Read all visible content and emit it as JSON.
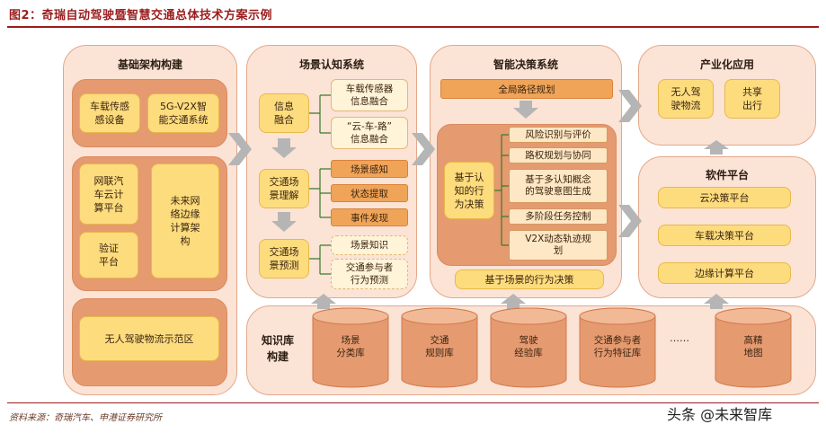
{
  "figure": {
    "title": "图2：奇瑞自动驾驶暨智慧交通总体技术方案示例",
    "source": "资料来源：奇瑞汽车、申港证券研究所",
    "watermark": "头条 @未来智库"
  },
  "infrastructure": {
    "title": "基础架构构建",
    "vehicle_sensor": "车载传感\n感设备",
    "v2x": "5G-V2X智\n能交通系统",
    "cloud_platform": "网联汽\n车云计\n算平台",
    "verify_platform": "验证\n平台",
    "edge_compute": "未来网\n络边缘\n计算架\n构",
    "demo_zone": "无人驾驶物流示范区"
  },
  "perception": {
    "title": "场景认知系统",
    "info_fusion": "信息\n融合",
    "scene_understanding": "交通场\n景理解",
    "scene_prediction": "交通场\n景预测",
    "sensor_fusion": "车载传感器\n信息融合",
    "cloud_road_fusion": "“云-车-路”\n信息融合",
    "scene_sensing": "场景感知",
    "state_extraction": "状态提取",
    "event_discovery": "事件发现",
    "scene_knowledge": "场景知识",
    "participant_prediction": "交通参与者\n行为预测"
  },
  "decision": {
    "title": "智能决策系统",
    "global_planning": "全局路径规划",
    "cognition_decision": "基于认\n知的行\n为决策",
    "risk_eval": "风险识别与评价",
    "right_of_way": "路权规划与协同",
    "intent_generation": "基于多认知概念\n的驾驶意图生成",
    "multi_stage_control": "多阶段任务控制",
    "v2x_trajectory": "V2X动态轨迹规\n划",
    "scene_decision": "基于场景的行为决策"
  },
  "industrial": {
    "title": "产业化应用",
    "unmanned_logistics": "无人驾\n驶物流",
    "shared_mobility": "共享\n出行"
  },
  "software": {
    "title": "软件平台",
    "cloud_decision": "云决策平台",
    "onboard_decision": "车载决策平台",
    "edge_compute": "边缘计算平台"
  },
  "knowledge_base": {
    "title": "知识库\n构建",
    "databases": [
      "场景\n分类库",
      "交通\n规则库",
      "驾驶\n经验库",
      "交通参与者\n行为特征库",
      "高精\n地图"
    ],
    "ellipsis": "……"
  },
  "colors": {
    "panel_fill": "#fbe3d6",
    "inner_fill": "#e59a70",
    "highlight": "#fddc7e",
    "accent_red": "#9b1c1c",
    "arrow_gray": "#b5b5b5"
  }
}
